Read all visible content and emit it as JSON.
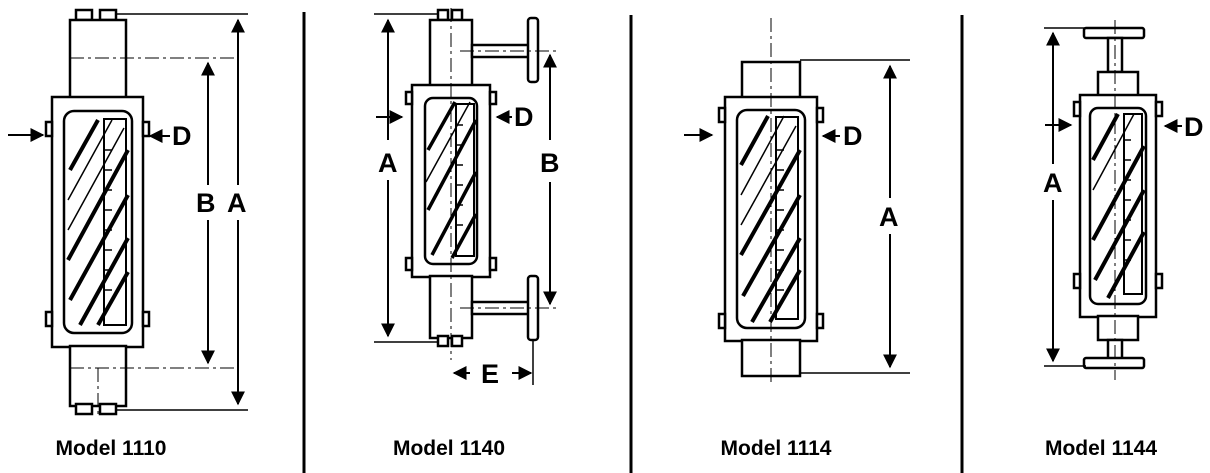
{
  "diagram": {
    "panels": [
      {
        "model": "Model 1110",
        "labels": {
          "d": "D",
          "b": "B",
          "a": "A"
        }
      },
      {
        "model": "Model 1140",
        "labels": {
          "d": "D",
          "a": "A",
          "b": "B",
          "e": "E"
        }
      },
      {
        "model": "Model 1114",
        "labels": {
          "d": "D",
          "a": "A"
        }
      },
      {
        "model": "Model 1144",
        "labels": {
          "d": "D",
          "a": "A"
        }
      }
    ]
  }
}
